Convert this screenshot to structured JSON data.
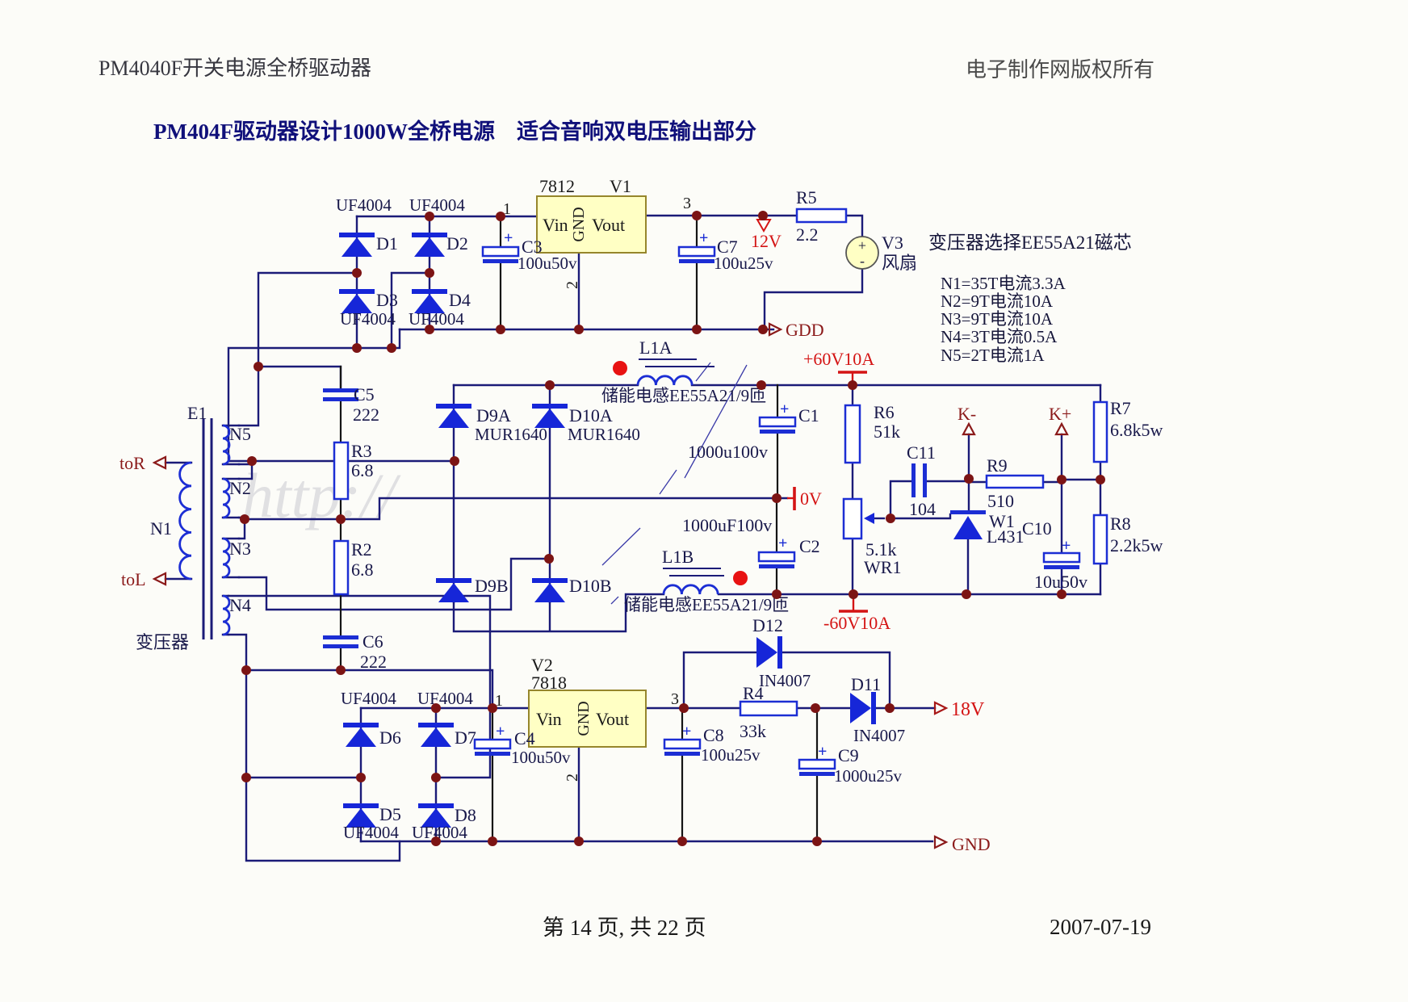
{
  "header": {
    "product_title": "PM4040F开关电源全桥驱动器",
    "copyright": "电子制作网版权所有"
  },
  "doc_title": "PM404F驱动器设计1000W全桥电源　适合音响双电压输出部分",
  "footer": {
    "page_info": "第 14 页, 共 22 页",
    "date": "2007-07-19"
  },
  "notes": {
    "core_choice": "变压器选择EE55A21磁芯",
    "windings": [
      "N1=35T电流3.3A",
      "N2=9T电流10A",
      "N3=9T电流10A",
      "N4=3T电流0.5A",
      "N5=2T电流1A"
    ]
  },
  "sym": {
    "plus": "+",
    "minus": "-"
  },
  "watermark": "http://",
  "colors": {
    "wire": "#1b1b78",
    "component": "#1c2ed4",
    "junction": "#7c1414",
    "net_red": "#d41414",
    "net_dark_red": "#8b1a1a",
    "regulator_fill": "#ffffc4"
  },
  "rails": {
    "v12": "12V",
    "gdd": "GDD",
    "p60": "+60V10A",
    "v0": "0V",
    "n60": "-60V10A",
    "v18": "18V",
    "gnd": "GND",
    "kminus": "K-",
    "kplus": "K+",
    "tor": "toR",
    "tol": "toL"
  },
  "regulators": {
    "v1": {
      "part": "7812",
      "ref": "V1",
      "vin": "Vin",
      "gnd": "GND",
      "vout": "Vout",
      "p1": "1",
      "p2": "2",
      "p3": "3"
    },
    "v2": {
      "ref": "V2",
      "part": "7818",
      "vin": "Vin",
      "gnd": "GND",
      "vout": "Vout",
      "p1": "1",
      "p2": "2",
      "p3": "3"
    },
    "fan": {
      "ref": "V3",
      "name": "风扇"
    }
  },
  "transformer": {
    "ref": "E1",
    "name": "变压器",
    "n1": "N1",
    "n2": "N2",
    "n3": "N3",
    "n4": "N4",
    "n5": "N5"
  },
  "inductors": {
    "l1a": {
      "ref": "L1A",
      "desc": "储能电感EE55A21/9匝"
    },
    "l1b": {
      "ref": "L1B",
      "desc": "储能电感EE55A21/9匝"
    }
  },
  "diodes": {
    "d1": {
      "ref": "D1",
      "part": "UF4004"
    },
    "d2": {
      "ref": "D2",
      "part": "UF4004"
    },
    "d3": {
      "ref": "D3",
      "part": "UF4004"
    },
    "d4": {
      "ref": "D4",
      "part": "UF4004"
    },
    "d5": {
      "ref": "D5",
      "part": "UF4004"
    },
    "d6": {
      "ref": "D6",
      "part": "UF4004"
    },
    "d7": {
      "ref": "D7",
      "part": "UF4004"
    },
    "d8": {
      "ref": "D8",
      "part": "UF4004"
    },
    "d9a": {
      "ref": "D9A",
      "part": "MUR1640"
    },
    "d10a": {
      "ref": "D10A",
      "part": "MUR1640"
    },
    "d9b": {
      "ref": "D9B"
    },
    "d10b": {
      "ref": "D10B"
    },
    "d11": {
      "ref": "D11",
      "part": "IN4007"
    },
    "d12": {
      "ref": "D12",
      "part": "IN4007"
    },
    "w1": {
      "ref": "W1",
      "part": "L431"
    }
  },
  "resistors": {
    "r2": {
      "ref": "R2",
      "val": "6.8"
    },
    "r3": {
      "ref": "R3",
      "val": "6.8"
    },
    "r4": {
      "ref": "R4",
      "val": "33k"
    },
    "r5": {
      "ref": "R5",
      "val": "2.2"
    },
    "r6": {
      "ref": "R6",
      "val": "51k"
    },
    "r7": {
      "ref": "R7",
      "val": "6.8k5w"
    },
    "r8": {
      "ref": "R8",
      "val": "2.2k5w"
    },
    "r9": {
      "ref": "R9",
      "val": "510"
    },
    "wr1": {
      "ref": "WR1",
      "val": "5.1k"
    }
  },
  "capacitors": {
    "c1": {
      "ref": "C1",
      "val": "1000u100v"
    },
    "c2": {
      "ref": "C2",
      "val": "1000uF100v"
    },
    "c3": {
      "ref": "C3",
      "val": "100u50v"
    },
    "c4": {
      "ref": "C4",
      "val": "100u50v"
    },
    "c5": {
      "ref": "C5",
      "val": "222"
    },
    "c6": {
      "ref": "C6",
      "val": "222"
    },
    "c7": {
      "ref": "C7",
      "val": "100u25v"
    },
    "c8": {
      "ref": "C8",
      "val": "100u25v"
    },
    "c9": {
      "ref": "C9",
      "val": "1000u25v"
    },
    "c10": {
      "ref": "C10",
      "val": "10u50v"
    },
    "c11": {
      "ref": "C11",
      "val": "104"
    }
  }
}
